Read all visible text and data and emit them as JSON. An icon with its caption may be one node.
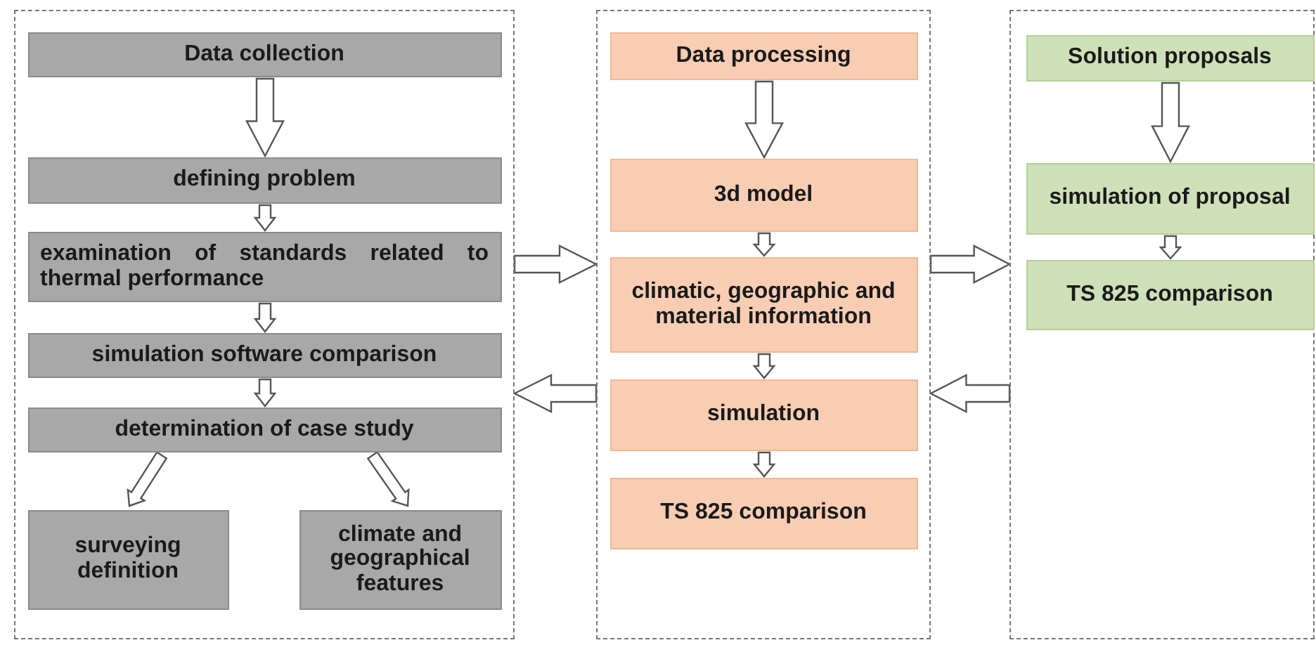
{
  "diagram": {
    "nodes": [
      {
        "text": [],
        "shape": "box"
      },
      {
        "text": [
          "Data collection"
        ],
        "in": 0
      },
      {
        "text": [
          "defining problem"
        ],
        "in": 0
      },
      {
        "text": [
          "examination of standards related to thermal performance"
        ],
        "in": 0
      },
      {
        "text": [
          "simulation software comparison"
        ],
        "in": 0
      },
      {
        "text": [
          "determination of case study"
        ],
        "in": 0
      },
      {
        "text": [
          "surveying definition"
        ],
        "in": 0
      },
      {
        "text": [
          "climate and geographical features"
        ],
        "in": 0
      },
      {
        "text": [],
        "shape": "box"
      },
      {
        "text": [
          "Data processing"
        ],
        "in": 8
      },
      {
        "text": [
          "3d model"
        ],
        "in": 8
      },
      {
        "text": [
          "climatic, geographic and material information"
        ],
        "in": 8
      },
      {
        "text": [
          "simulation"
        ],
        "in": 8
      },
      {
        "text": [
          "TS 825 comparison"
        ],
        "in": 8
      },
      {
        "text": [],
        "shape": "box"
      },
      {
        "text": [
          "Solution proposals"
        ],
        "in": 14
      },
      {
        "text": [
          "simulation of proposal"
        ],
        "in": 14
      },
      {
        "text": [
          "TS 825 comparison"
        ],
        "in": 14
      }
    ],
    "edges": [
      {
        "from": 1,
        "to": 2,
        "arrow": "to"
      },
      {
        "from": 2,
        "to": 3,
        "arrow": "to"
      },
      {
        "from": 3,
        "to": 4,
        "arrow": "to"
      },
      {
        "from": 4,
        "to": 5,
        "arrow": "to"
      },
      {
        "from": 5,
        "to": 6,
        "arrow": "to"
      },
      {
        "from": 5,
        "to": 7,
        "arrow": "to"
      },
      {
        "from": 0,
        "to": 8,
        "arrow": "to"
      },
      {
        "from": 8,
        "to": 0,
        "arrow": "to"
      },
      {
        "from": 9,
        "to": 10,
        "arrow": "to"
      },
      {
        "from": 10,
        "to": 11,
        "arrow": "to"
      },
      {
        "from": 11,
        "to": 12,
        "arrow": "to"
      },
      {
        "from": 12,
        "to": 13,
        "arrow": "to"
      },
      {
        "from": 8,
        "to": 14,
        "arrow": "to"
      },
      {
        "from": 14,
        "to": 8,
        "arrow": "to"
      },
      {
        "from": 15,
        "to": 16,
        "arrow": "to"
      },
      {
        "from": 16,
        "to": 17,
        "arrow": "to"
      }
    ]
  }
}
